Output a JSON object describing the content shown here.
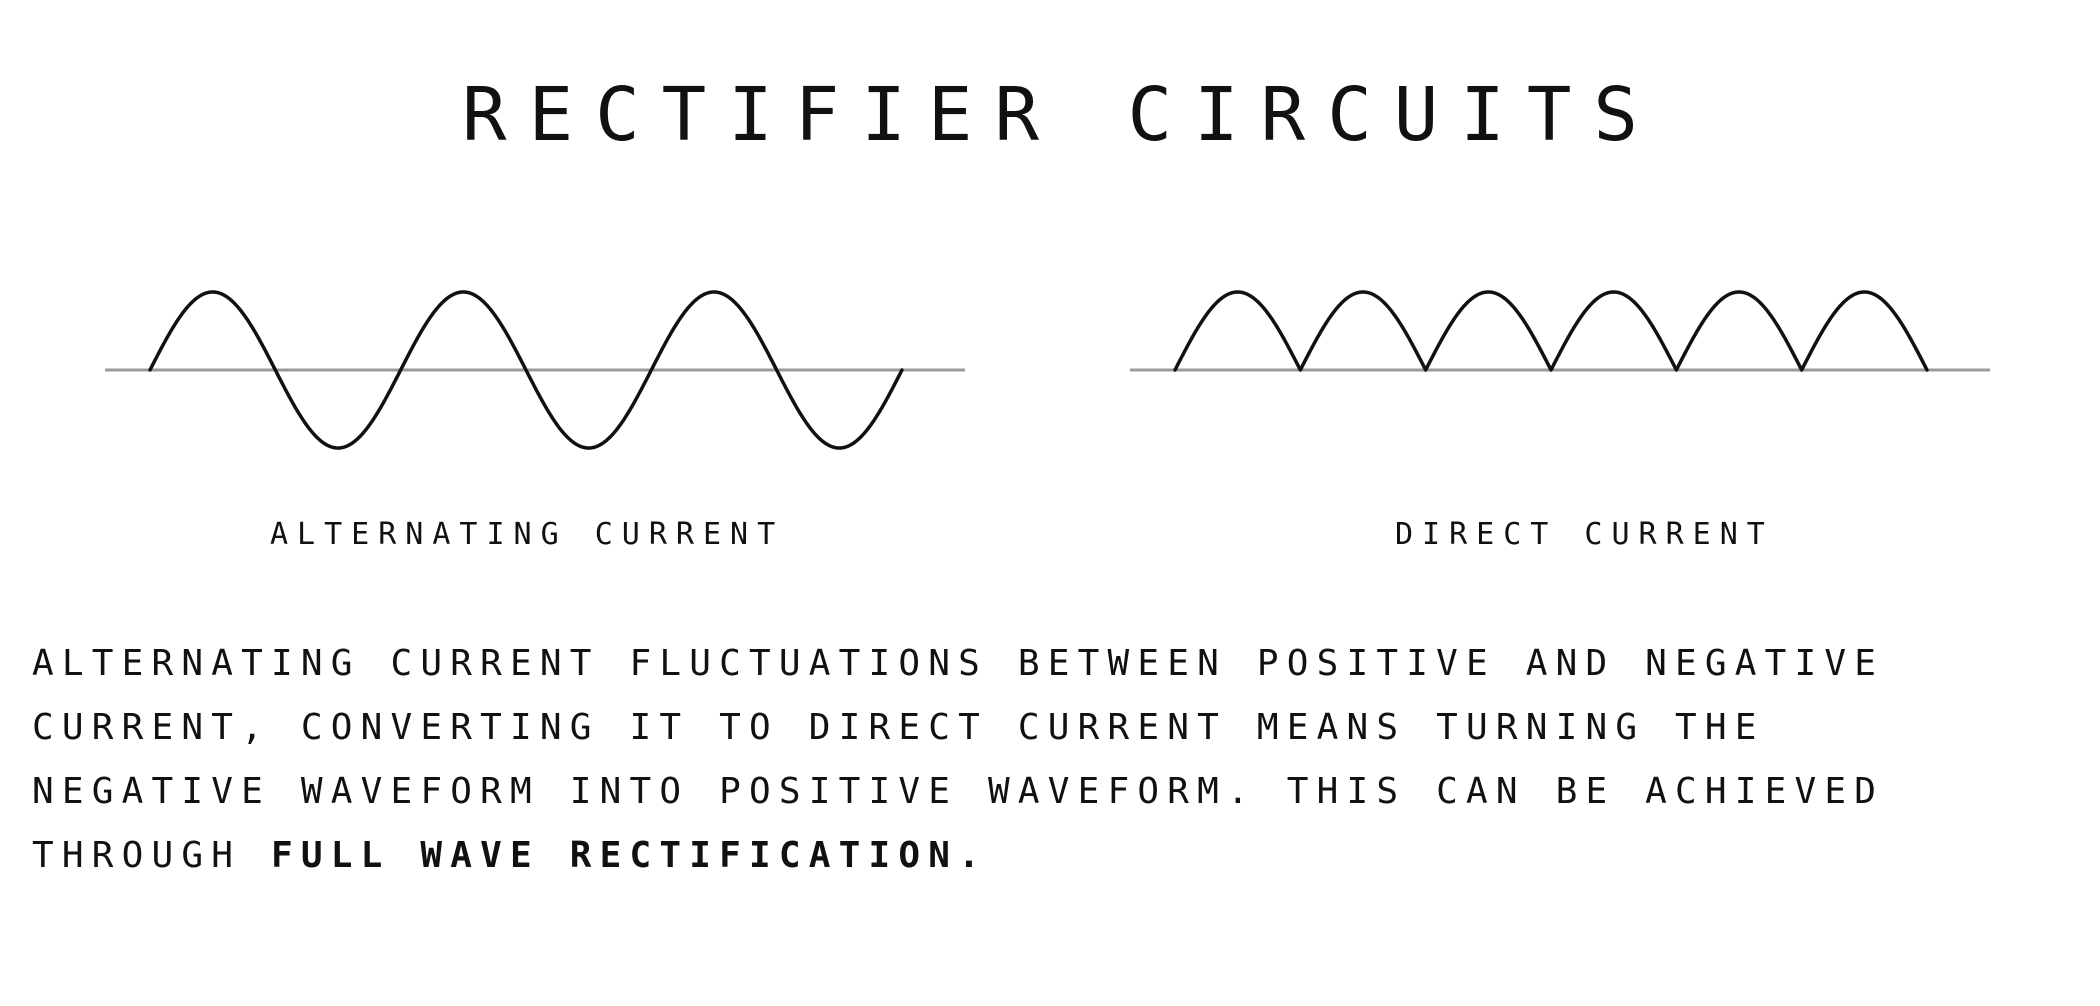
{
  "title": "RECTIFIER CIRCUITS",
  "colors": {
    "waveform": "#111111",
    "baseline": "#9a9a9a",
    "text": "#111111",
    "background": "#ffffff"
  },
  "figures": {
    "ac": {
      "caption": "ALTERNATING CURRENT",
      "waveform_type": "sine",
      "cycles": 3
    },
    "dc": {
      "caption": "DIRECT CURRENT",
      "waveform_type": "full-wave rectified sine",
      "humps": 6
    }
  },
  "description": {
    "lines": [
      "ALTERNATING CURRENT FLUCTUATIONS BETWEEN POSITIVE AND NEGATIVE",
      "CURRENT, CONVERTING IT TO DIRECT CURRENT MEANS TURNING THE",
      "NEGATIVE WAVEFORM INTO POSITIVE WAVEFORM. THIS CAN BE ACHIEVED"
    ],
    "last_line_prefix": "THROUGH ",
    "emphasis": "FULL WAVE RECTIFICATION."
  }
}
